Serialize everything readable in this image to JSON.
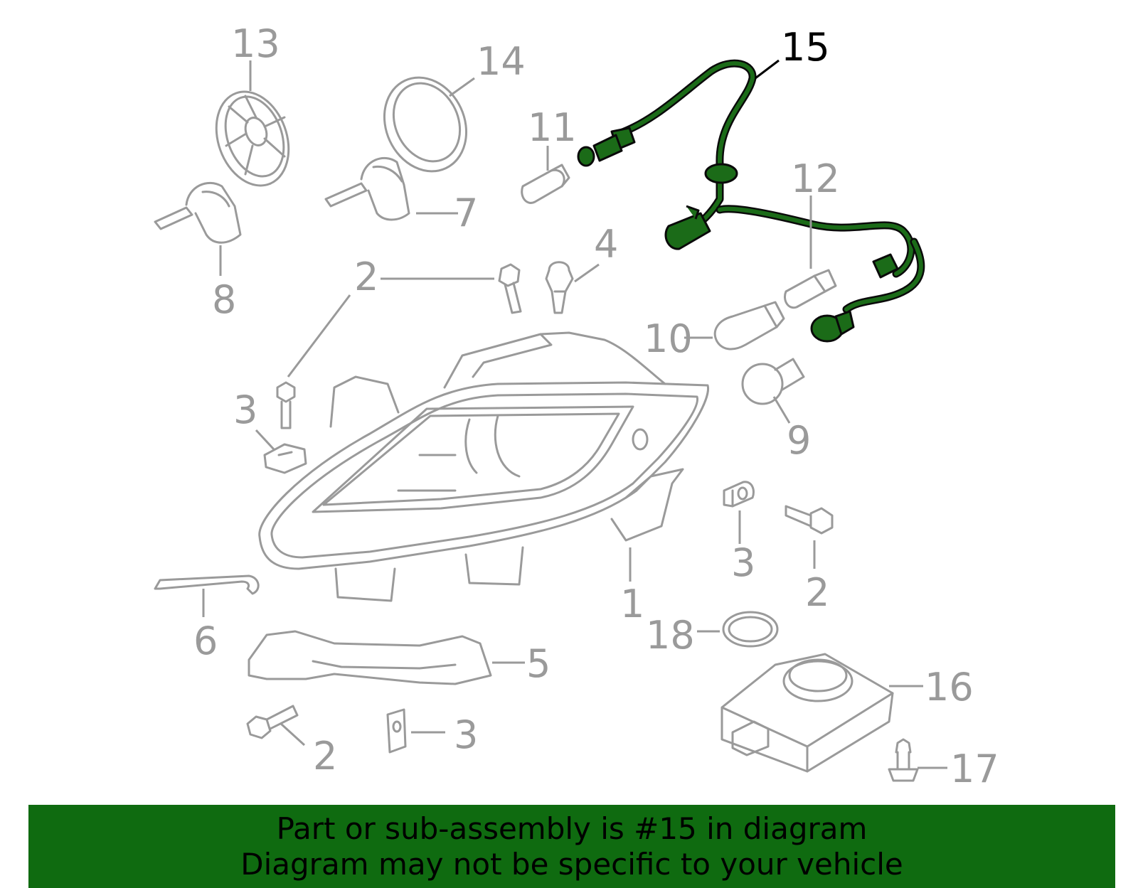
{
  "diagram": {
    "callouts": [
      {
        "id": "13",
        "label": "13"
      },
      {
        "id": "14",
        "label": "14"
      },
      {
        "id": "15",
        "label": "15",
        "highlighted": true
      },
      {
        "id": "11",
        "label": "11"
      },
      {
        "id": "12",
        "label": "12"
      },
      {
        "id": "7",
        "label": "7"
      },
      {
        "id": "8",
        "label": "8"
      },
      {
        "id": "4",
        "label": "4"
      },
      {
        "id": "2a",
        "label": "2"
      },
      {
        "id": "10",
        "label": "10"
      },
      {
        "id": "9",
        "label": "9"
      },
      {
        "id": "3a",
        "label": "3"
      },
      {
        "id": "3b",
        "label": "3"
      },
      {
        "id": "2b",
        "label": "2"
      },
      {
        "id": "1",
        "label": "1"
      },
      {
        "id": "6",
        "label": "6"
      },
      {
        "id": "18",
        "label": "18"
      },
      {
        "id": "5",
        "label": "5"
      },
      {
        "id": "16",
        "label": "16"
      },
      {
        "id": "2c",
        "label": "2"
      },
      {
        "id": "3c",
        "label": "3"
      },
      {
        "id": "17",
        "label": "17"
      }
    ],
    "colors": {
      "part_line": "#9a9a9a",
      "highlight": "#1b6b18",
      "banner": "#0f6b10"
    }
  },
  "banner": {
    "line1": "Part or sub-assembly is #15 in diagram",
    "line2": "Diagram may not be specific to your vehicle"
  }
}
